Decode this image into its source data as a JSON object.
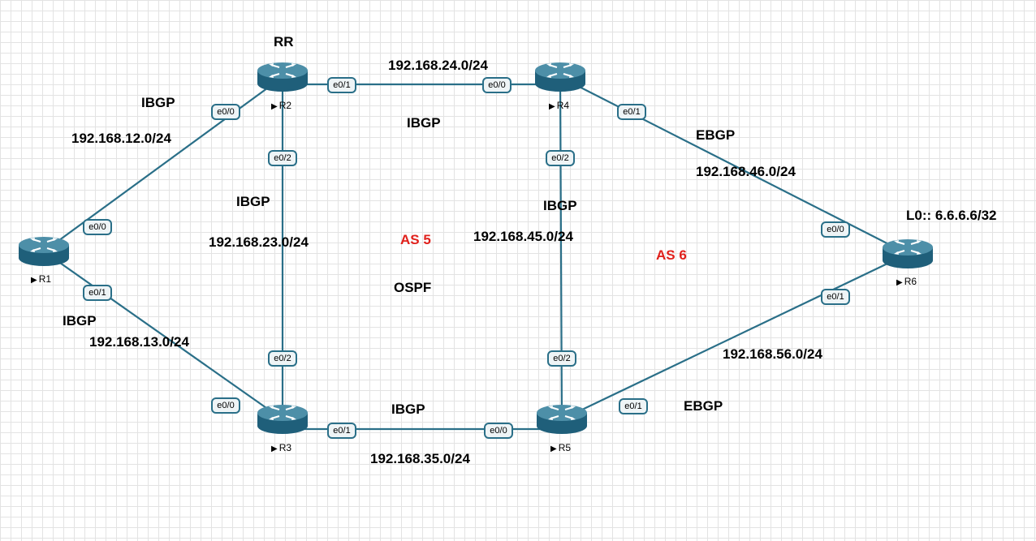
{
  "routers": [
    {
      "id": "R1",
      "label": "R1"
    },
    {
      "id": "R2",
      "label": "R2"
    },
    {
      "id": "R3",
      "label": "R3"
    },
    {
      "id": "R4",
      "label": "R4"
    },
    {
      "id": "R5",
      "label": "R5"
    },
    {
      "id": "R6",
      "label": "R6"
    }
  ],
  "interfaces": {
    "r1_e00": "e0/0",
    "r1_e01": "e0/1",
    "r2_e00": "e0/0",
    "r2_e01": "e0/1",
    "r2_e02": "e0/2",
    "r3_e00": "e0/0",
    "r3_e01": "e0/1",
    "r3_e02": "e0/2",
    "r4_e00": "e0/0",
    "r4_e01": "e0/1",
    "r4_e02": "e0/2",
    "r5_e00": "e0/0",
    "r5_e01": "e0/1",
    "r5_e02": "e0/2",
    "r6_e00": "e0/0",
    "r6_e01": "e0/1"
  },
  "links": {
    "r1_r2": {
      "subnet": "192.168.12.0/24",
      "protocol": "IBGP"
    },
    "r1_r3": {
      "subnet": "192.168.13.0/24",
      "protocol": "IBGP"
    },
    "r2_r3": {
      "subnet": "192.168.23.0/24",
      "protocol": "IBGP"
    },
    "r2_r4": {
      "subnet": "192.168.24.0/24",
      "protocol": "IBGP"
    },
    "r3_r5": {
      "subnet": "192.168.35.0/24",
      "protocol": "IBGP"
    },
    "r4_r5": {
      "subnet": "192.168.45.0/24",
      "protocol": "IBGP"
    },
    "r4_r6": {
      "subnet": "192.168.46.0/24",
      "protocol": "EBGP"
    },
    "r5_r6": {
      "subnet": "192.168.56.0/24",
      "protocol": "EBGP"
    }
  },
  "annotations": {
    "rr": "RR",
    "as5": "AS 5",
    "as6": "AS 6",
    "ospf": "OSPF",
    "loopback": "L0:: 6.6.6.6/32"
  },
  "colors": {
    "link": "#2a6f88",
    "router_top": "#4d8fa8",
    "router_body": "#1f5f7a",
    "as_label": "#e0201b"
  }
}
